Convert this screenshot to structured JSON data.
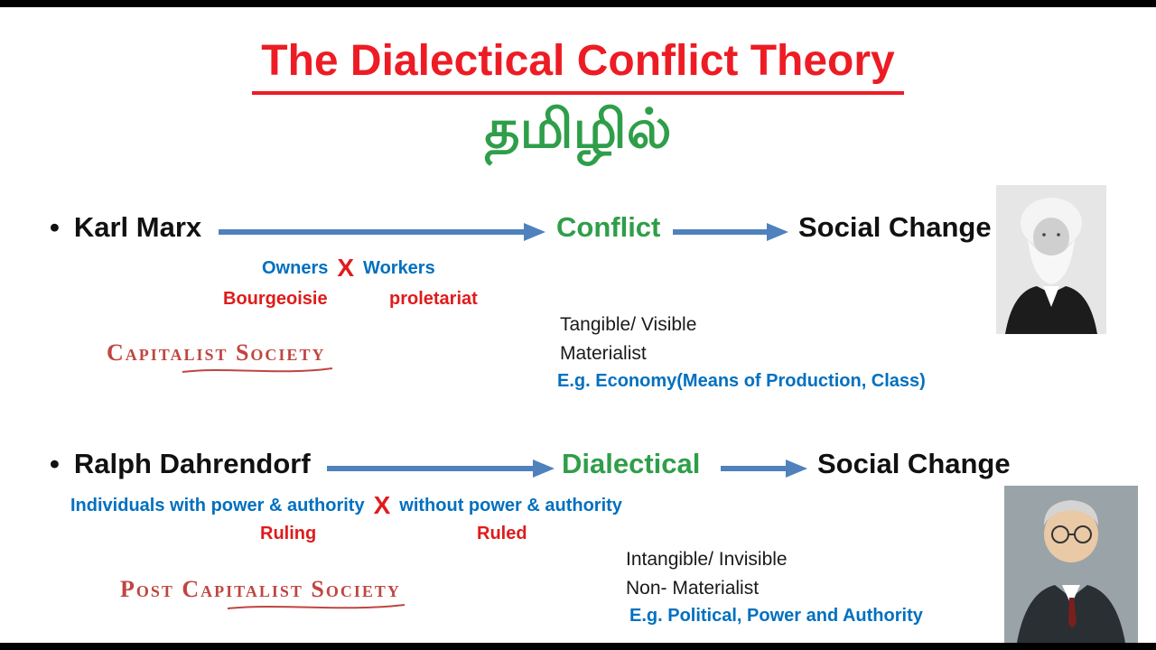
{
  "slide": {
    "title": "The Dialectical Conflict Theory",
    "subtitle": "தமிழில்"
  },
  "colors": {
    "title_red": "#ed1c24",
    "green": "#2f9e49",
    "arrow_blue": "#4f81bd",
    "text_blue": "#0070c0",
    "red": "#e01b1b",
    "society_red": "#bf4640"
  },
  "marx": {
    "bullet": "•",
    "name": "Karl Marx",
    "stage": "Conflict",
    "outcome": "Social Change",
    "group_left": "Owners",
    "versus": "X",
    "group_right": "Workers",
    "class_left": "Bourgeoisie",
    "class_right": "proletariat",
    "society": "Capitalist Society",
    "note_1": "Tangible/ Visible",
    "note_2": "Materialist",
    "example": "E.g. Economy(Means of Production,  Class)",
    "photo": "karl-marx-portrait"
  },
  "dahrendorf": {
    "bullet": "•",
    "name": "Ralph Dahrendorf",
    "stage": "Dialectical",
    "outcome": "Social Change",
    "group_left": "Individuals  with power & authority",
    "versus": "X",
    "group_right": "without  power & authority",
    "class_left": "Ruling",
    "class_right": "Ruled",
    "society": "Post Capitalist Society",
    "note_1": "Intangible/ Invisible",
    "note_2": "Non- Materialist",
    "example": "E.g. Political,  Power and Authority",
    "photo": "ralph-dahrendorf-portrait"
  }
}
